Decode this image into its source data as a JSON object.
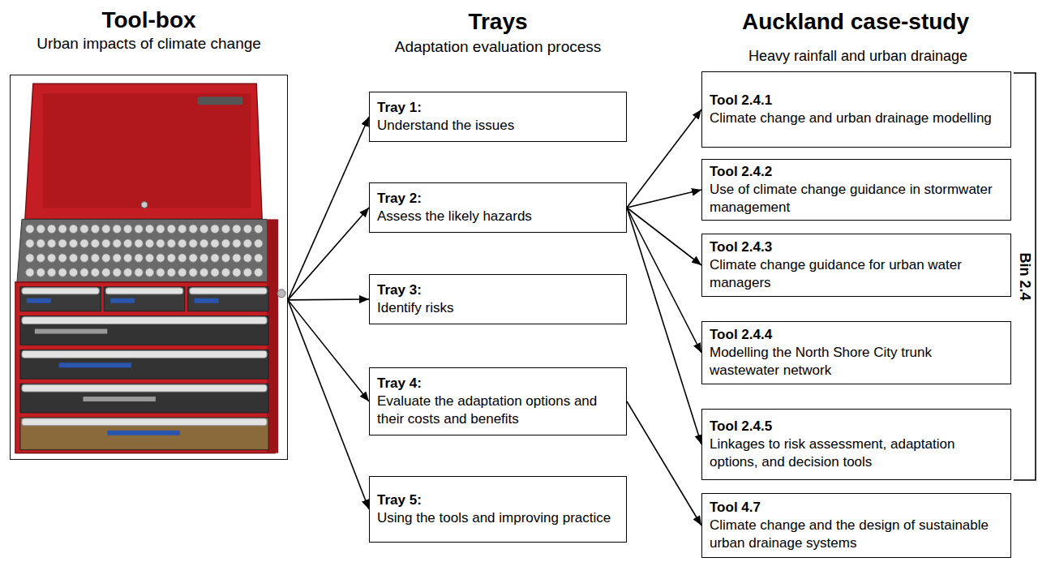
{
  "diagram": {
    "nodes": [
      {
        "text": [
          "Tool-box",
          "Urban impacts of climate change"
        ]
      },
      {
        "text": [
          "Tray 1:",
          "Understand the issues"
        ]
      },
      {
        "text": [
          "Tray 2:",
          "Assess the likely hazards"
        ]
      },
      {
        "text": [
          "Tray 3:",
          "Identify risks"
        ]
      },
      {
        "text": [
          "Tray 4:",
          "Evaluate the adaptation options and their costs and benefits"
        ]
      },
      {
        "text": [
          "Tray 5:",
          "Using the tools and improving practice"
        ]
      },
      {
        "text": [
          "Tool 2.4.1",
          "Climate change and urban drainage modelling"
        ]
      },
      {
        "text": [
          "Tool 2.4.2",
          "Use of climate change guidance in stormwater management"
        ]
      },
      {
        "text": [
          "Tool 2.4.3",
          "Climate change guidance for urban water managers"
        ]
      },
      {
        "text": [
          "Tool 2.4.4",
          "Modelling the North Shore City trunk wastewater network"
        ]
      },
      {
        "text": [
          "Tool 2.4.5",
          "Linkages to risk assessment, adaptation options, and decision tools"
        ]
      },
      {
        "text": [
          "Tool 4.7",
          "Climate change and the design of sustainable urban drainage systems"
        ]
      }
    ],
    "edges": [
      {
        "from": 0,
        "to": 1,
        "arrow": "to"
      },
      {
        "from": 0,
        "to": 2,
        "arrow": "to"
      },
      {
        "from": 0,
        "to": 3,
        "arrow": "to"
      },
      {
        "from": 0,
        "to": 4,
        "arrow": "to"
      },
      {
        "from": 0,
        "to": 5,
        "arrow": "to"
      },
      {
        "from": 2,
        "to": 6,
        "arrow": "to"
      },
      {
        "from": 2,
        "to": 7,
        "arrow": "to"
      },
      {
        "from": 2,
        "to": 8,
        "arrow": "to"
      },
      {
        "from": 2,
        "to": 9,
        "arrow": "to"
      },
      {
        "from": 2,
        "to": 10,
        "arrow": "to"
      },
      {
        "from": 4,
        "to": 11,
        "arrow": "to"
      }
    ],
    "labels": [
      "Trays",
      "Adaptation evaluation process",
      "Auckland case-study",
      "Heavy rainfall and urban drainage",
      "Bin 2.4"
    ]
  }
}
